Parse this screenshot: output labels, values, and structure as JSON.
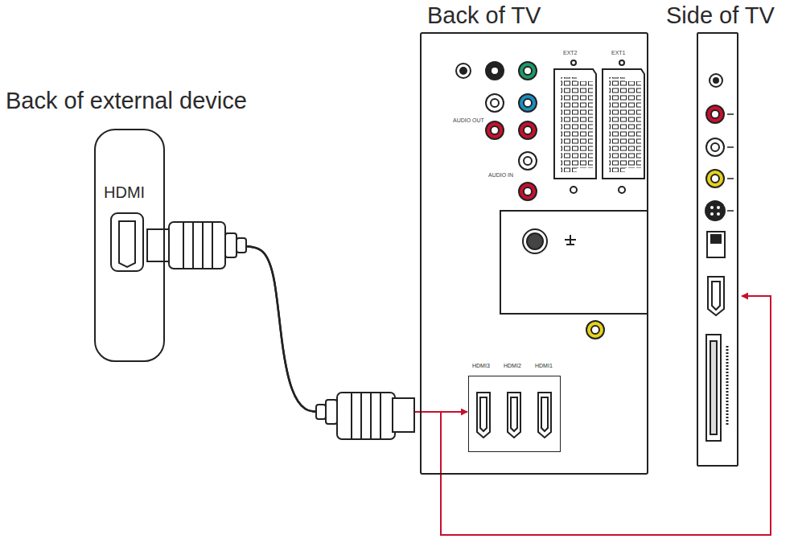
{
  "diagram": {
    "nodes": [
      {
        "text": [
          "Back of external device",
          "HDMI"
        ]
      },
      {
        "text": [
          "Back of TV"
        ]
      },
      {
        "text": [
          "Side of TV"
        ]
      },
      {
        "text": [
          "HDMI3",
          "HDMI2",
          "HDMI1"
        ],
        "in": 1
      }
    ],
    "edges": [
      {
        "from": 0,
        "to": 3,
        "arrow": "to"
      },
      {
        "from": 0,
        "to": 2,
        "arrow": "to"
      }
    ],
    "labels": [
      "AUDIO OUT",
      "AUDIO IN",
      "EXT2",
      "EXT1"
    ]
  }
}
